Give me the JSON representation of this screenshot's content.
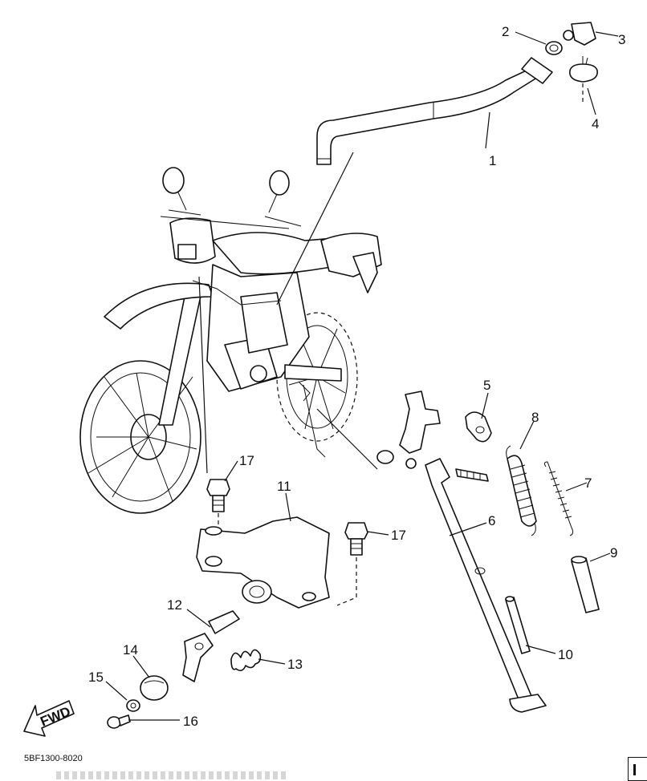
{
  "drawing_code": "5BF1300-8020",
  "fwd_label": "FWD",
  "callouts": [
    {
      "id": "1",
      "label": "1"
    },
    {
      "id": "2",
      "label": "2"
    },
    {
      "id": "3",
      "label": "3"
    },
    {
      "id": "4",
      "label": "4"
    },
    {
      "id": "5",
      "label": "5"
    },
    {
      "id": "6",
      "label": "6"
    },
    {
      "id": "7",
      "label": "7"
    },
    {
      "id": "8",
      "label": "8"
    },
    {
      "id": "9",
      "label": "9"
    },
    {
      "id": "10",
      "label": "10"
    },
    {
      "id": "11",
      "label": "11"
    },
    {
      "id": "12",
      "label": "12"
    },
    {
      "id": "13",
      "label": "13"
    },
    {
      "id": "14",
      "label": "14"
    },
    {
      "id": "15",
      "label": "15"
    },
    {
      "id": "16",
      "label": "16"
    },
    {
      "id": "17a",
      "label": "17"
    },
    {
      "id": "17b",
      "label": "17"
    }
  ]
}
